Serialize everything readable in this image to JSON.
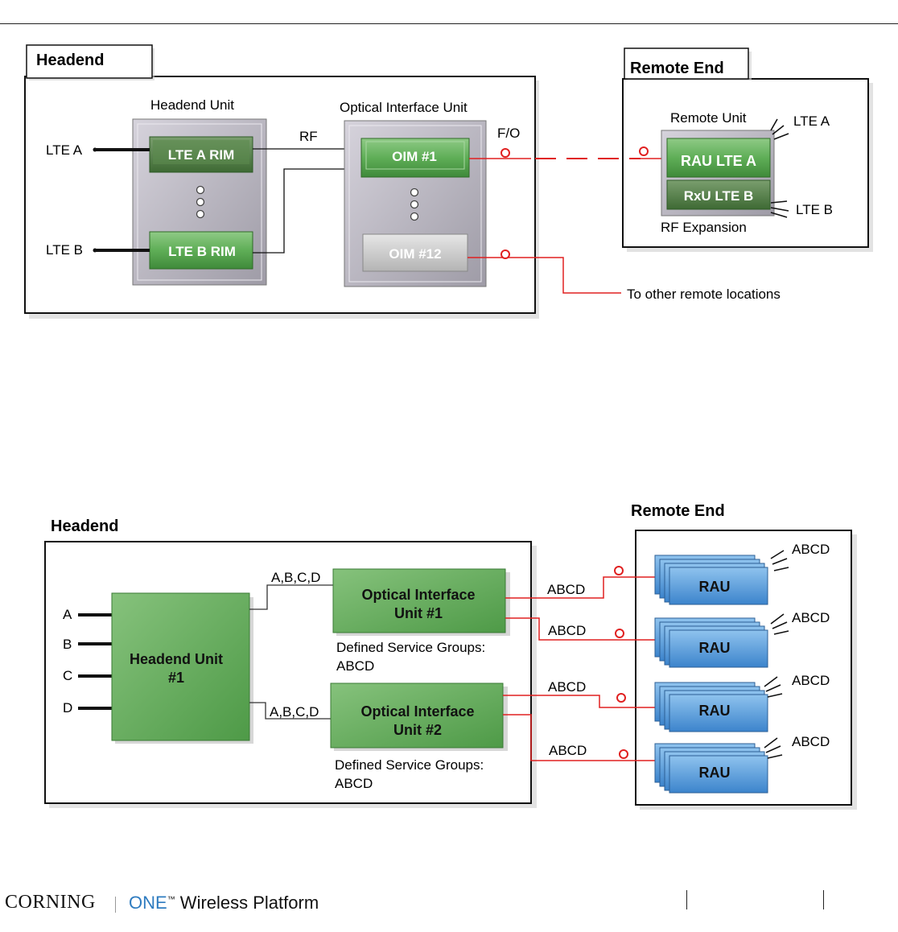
{
  "diagram1": {
    "headend_title": "Headend",
    "remote_title": "Remote End",
    "headend_unit_label": "Headend Unit",
    "oiu_label": "Optical Interface Unit",
    "remote_unit_label": "Remote Unit",
    "rf_label": "RF",
    "fo_label": "F/O",
    "lte_a": "LTE A",
    "lte_b": "LTE B",
    "lte_a_rim": "LTE A RIM",
    "lte_b_rim": "LTE B RIM",
    "oim1": "OIM #1",
    "oim12": "OIM #12",
    "rau_lte_a": "RAU LTE A",
    "rxu_lte_b": "RxU LTE B",
    "rf_expansion": "RF Expansion",
    "remote_lte_a": "LTE A",
    "remote_lte_b": "LTE B",
    "to_other": "To other remote locations"
  },
  "diagram2": {
    "headend_title": "Headend",
    "remote_title": "Remote End",
    "inputs": [
      "A",
      "B",
      "C",
      "D"
    ],
    "headend_unit_line1": "Headend Unit",
    "headend_unit_line2": "#1",
    "link1": "A,B,C,D",
    "link2": "A,B,C,D",
    "oiu1_line1": "Optical Interface",
    "oiu1_line2": "Unit #1",
    "oiu2_line1": "Optical Interface",
    "oiu2_line2": "Unit #2",
    "dsg1_line1": "Defined Service Groups:",
    "dsg1_line2": "ABCD",
    "dsg2_line1": "Defined Service Groups:",
    "dsg2_line2": "ABCD",
    "fiber_labels": [
      "ABCD",
      "ABCD",
      "ABCD",
      "ABCD"
    ],
    "rau_label": "RAU",
    "antenna_labels": [
      "ABCD",
      "ABCD",
      "ABCD",
      "ABCD"
    ]
  },
  "footer": {
    "company": "CORNING",
    "platform_one": "ONE",
    "platform_tm": "™",
    "platform_rest": " Wireless Platform"
  }
}
